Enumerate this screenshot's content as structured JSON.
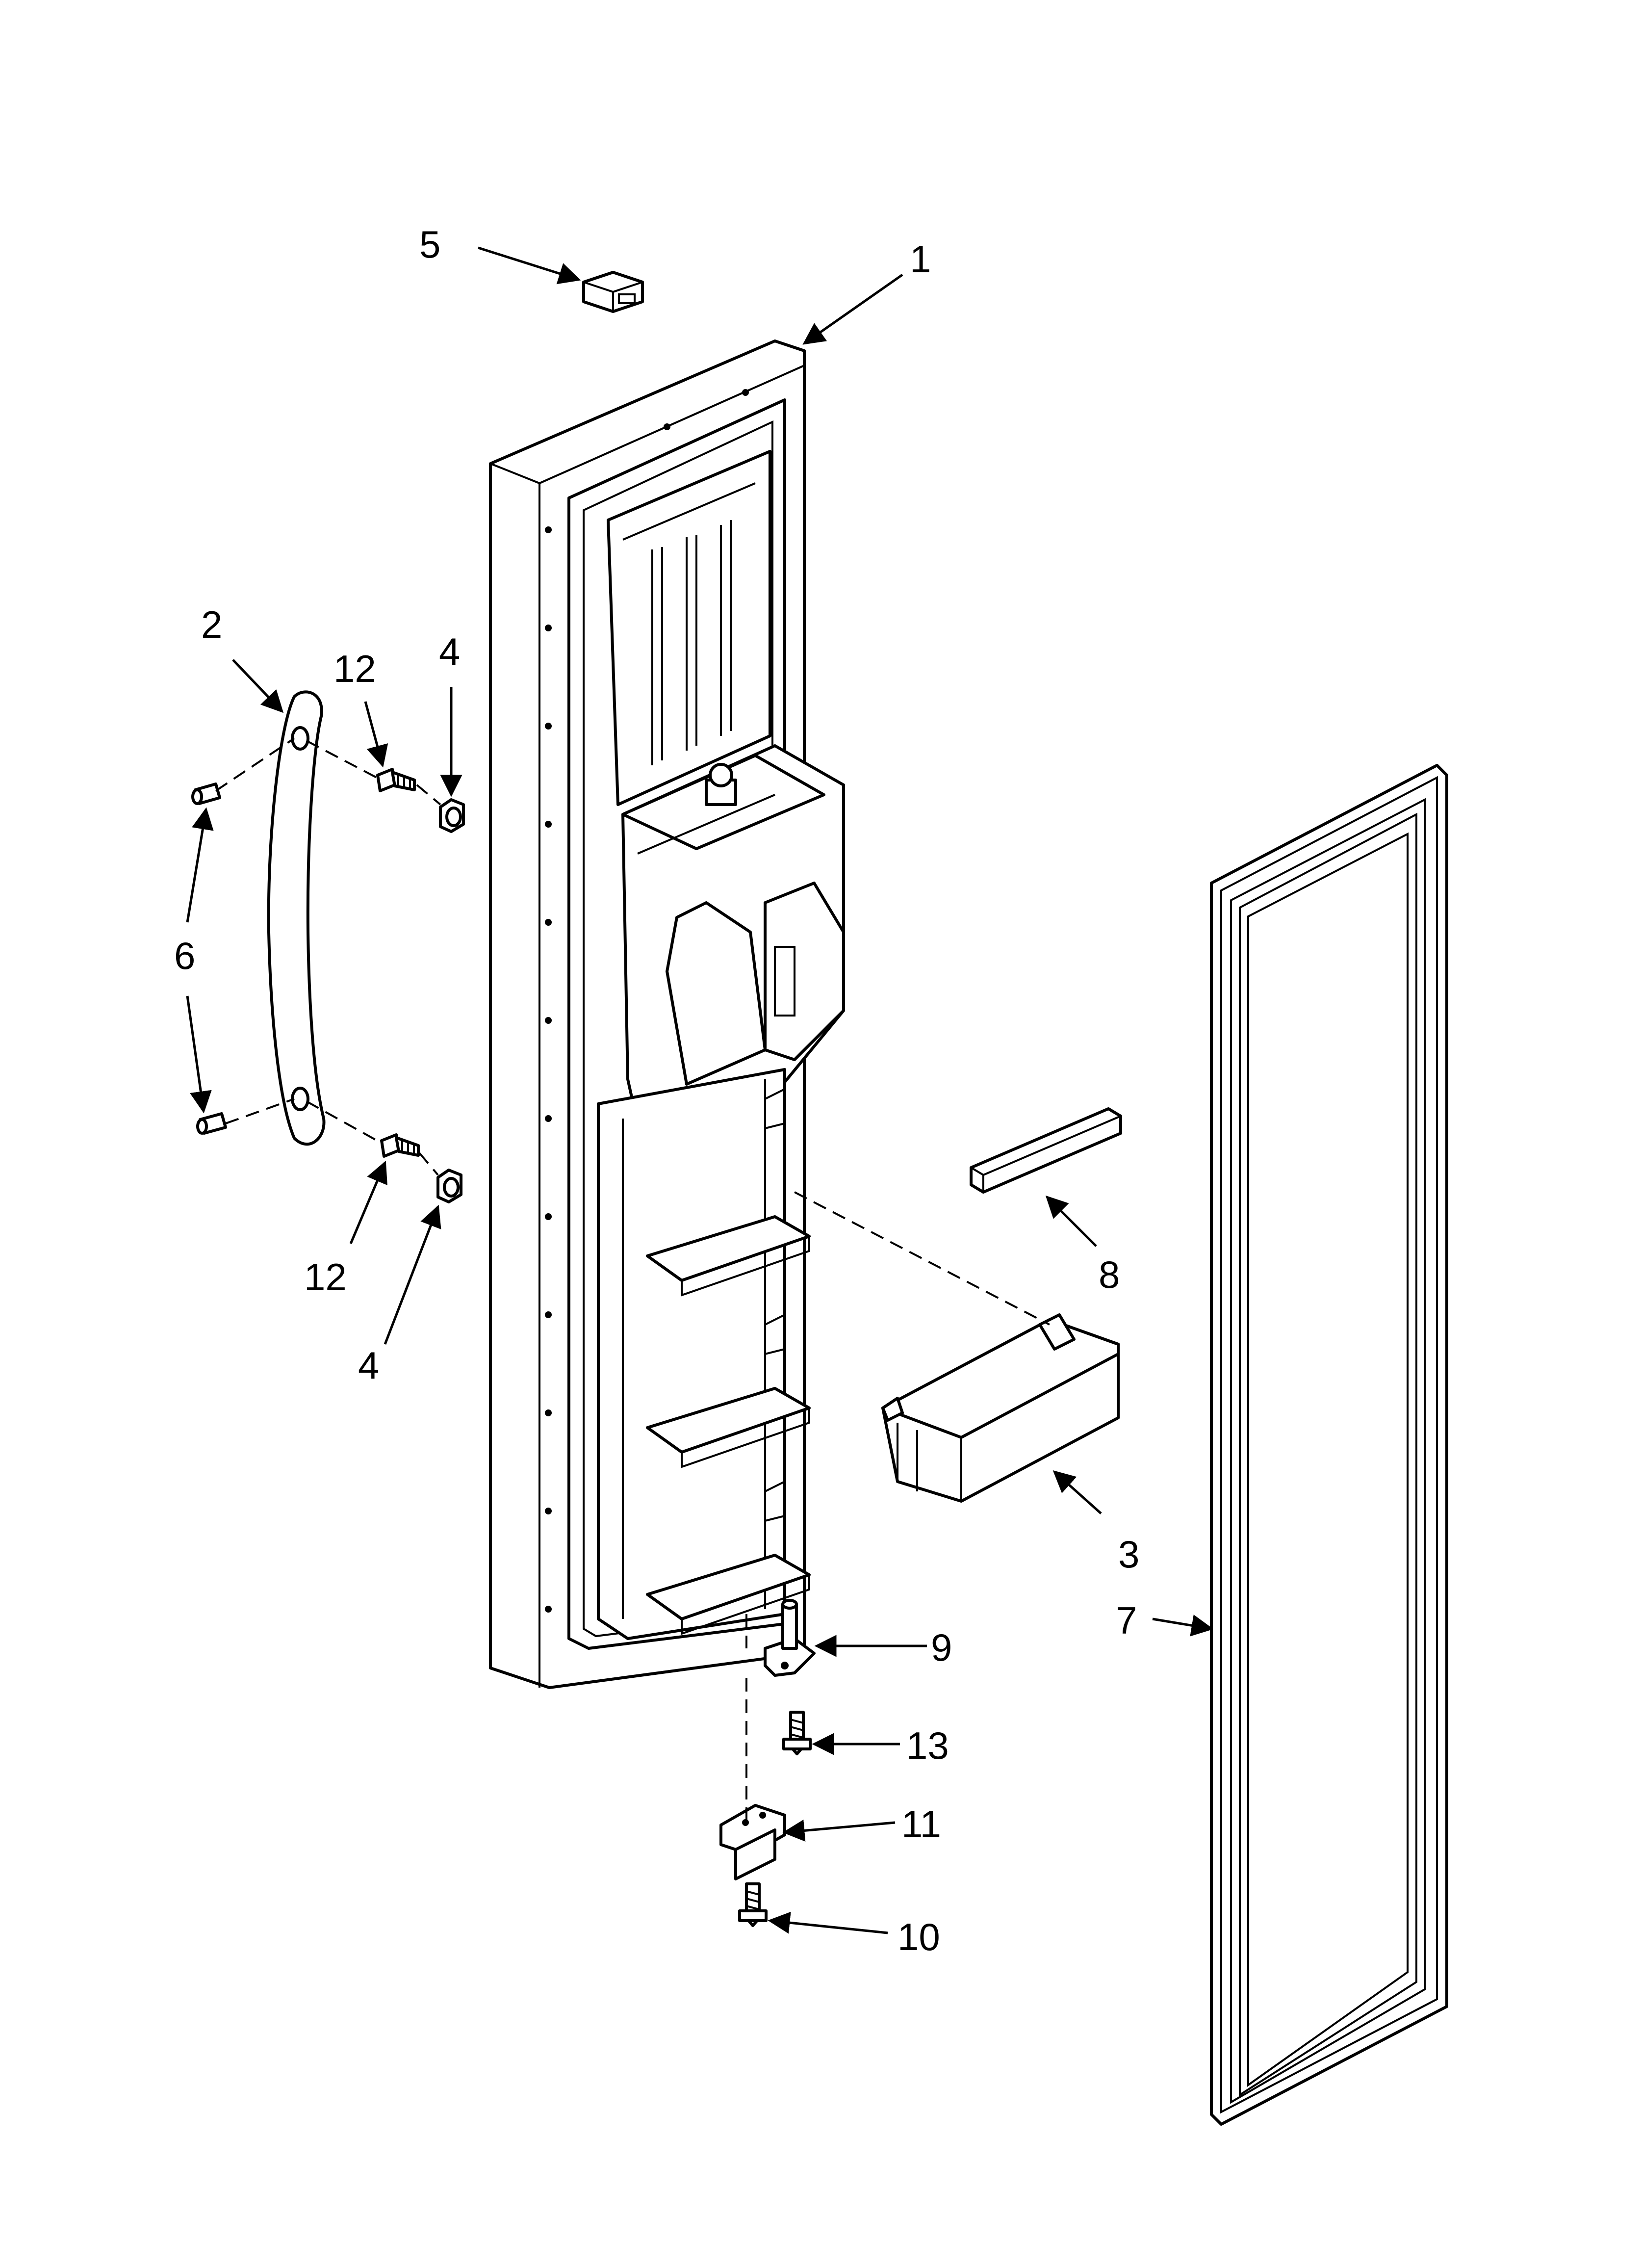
{
  "callouts": {
    "c1": "1",
    "c2": "2",
    "c3": "3",
    "c4a": "4",
    "c4b": "4",
    "c5": "5",
    "c6": "6",
    "c7": "7",
    "c8": "8",
    "c9": "9",
    "c10": "10",
    "c11": "11",
    "c12a": "12",
    "c12b": "12",
    "c13": "13"
  }
}
